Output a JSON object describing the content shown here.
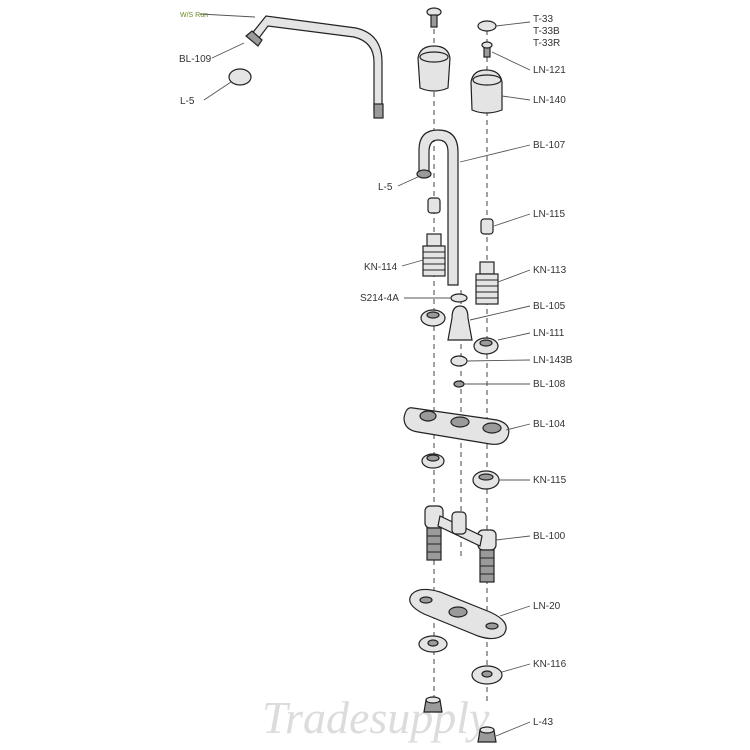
{
  "diagram": {
    "top_label": "W/S Run",
    "watermark": "Tradesupply",
    "labels": {
      "t33": "T-33",
      "t33b": "T-33B",
      "t33r": "T-33R",
      "ln121": "LN-121",
      "ln140": "LN-140",
      "bl107": "BL-107",
      "bl109": "BL-109",
      "l5_top": "L-5",
      "l5_mid": "L-5",
      "ln115": "LN-115",
      "kn114": "KN-114",
      "kn113": "KN-113",
      "s214a": "S214-4A",
      "bl105": "BL-105",
      "ln111": "LN-111",
      "ln143b": "LN-143B",
      "bl108": "BL-108",
      "bl104": "BL-104",
      "kn115": "KN-115",
      "bl100": "BL-100",
      "ln20": "LN-20",
      "kn116": "KN-116",
      "l43": "L-43"
    }
  }
}
